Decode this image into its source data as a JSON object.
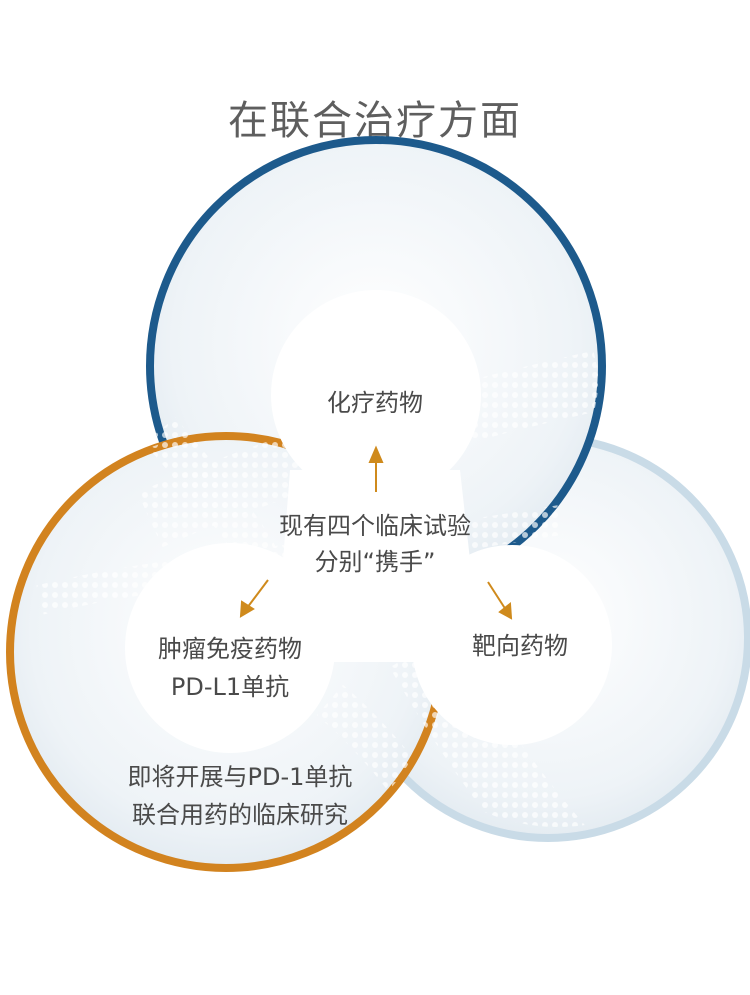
{
  "title": "在联合治疗方面",
  "nodes": {
    "chemo": "化疗药物",
    "center": [
      "现有四个临床试验",
      "分别“携手”"
    ],
    "immuno": [
      "肿瘤免疫药物",
      "PD-L1单抗"
    ],
    "target": "靶向药物"
  },
  "footer": [
    "即将开展与PD-1单抗",
    "联合用药的临床研究"
  ],
  "colors": {
    "top_ring": "#1d5a8c",
    "left_ring": "#d2831f",
    "right_ring": "#c9dbe7",
    "arrow": "#cf8a1c",
    "text": "#4a4a4a",
    "title": "#5e5e5e"
  }
}
